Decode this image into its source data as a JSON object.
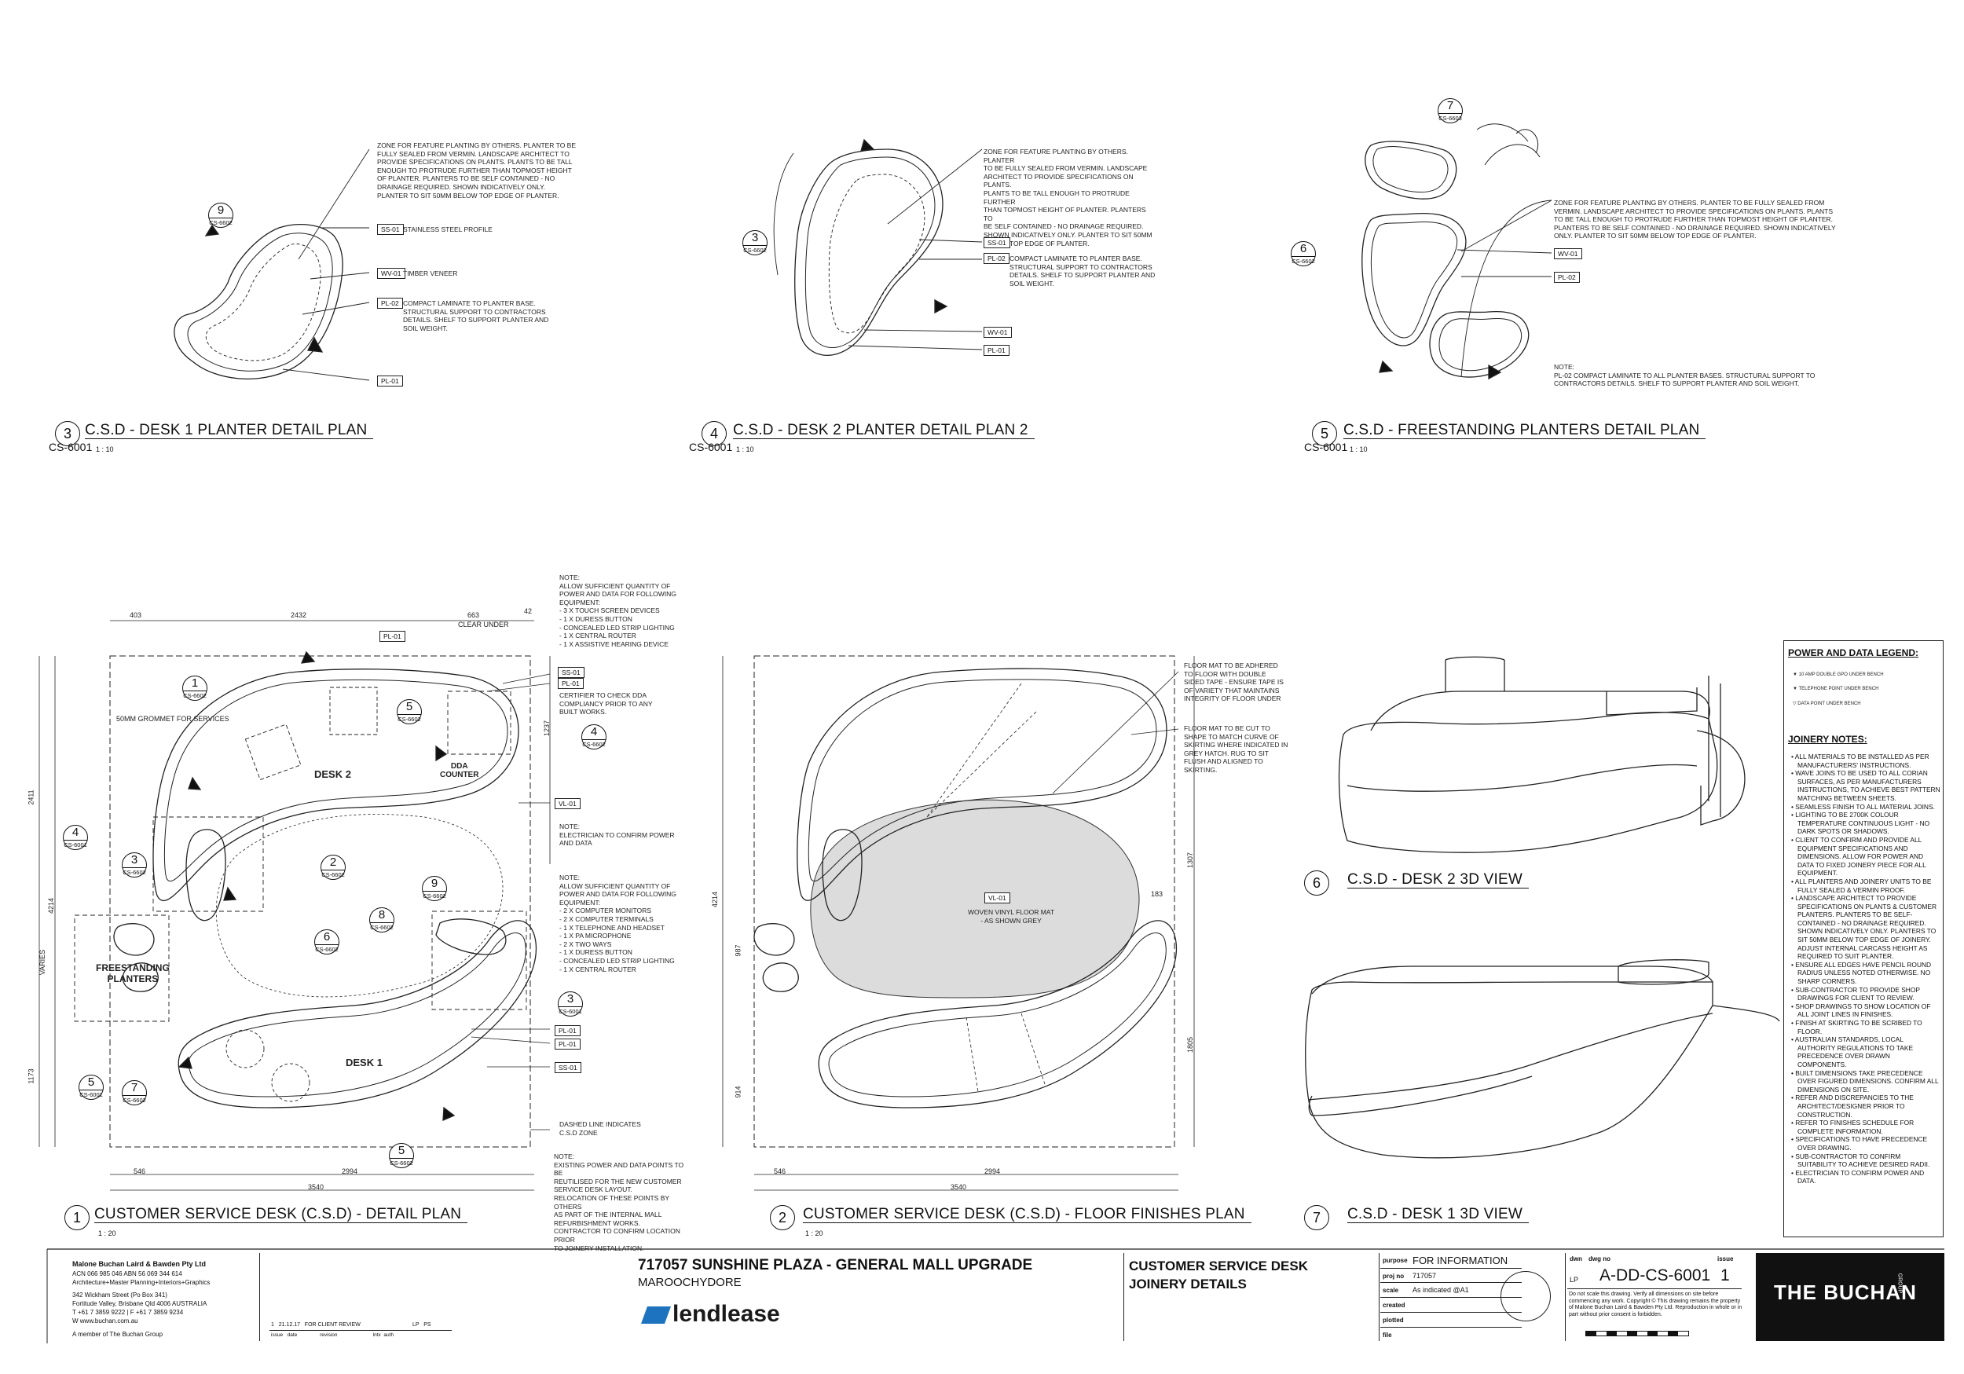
{
  "views": {
    "v3": {
      "num": "3",
      "sheet": "CS-6001",
      "title": "C.S.D - DESK 1 PLANTER DETAIL PLAN",
      "scale": "1 : 10"
    },
    "v4": {
      "num": "4",
      "sheet": "CS-6001",
      "title": "C.S.D - DESK 2 PLANTER DETAIL PLAN 2",
      "scale": "1 : 10"
    },
    "v5": {
      "num": "5",
      "sheet": "CS-6001",
      "title": "C.S.D - FREESTANDING PLANTERS DETAIL PLAN",
      "scale": "1 : 10"
    },
    "v1": {
      "num": "1",
      "title": "CUSTOMER SERVICE DESK (C.S.D) - DETAIL PLAN",
      "scale": "1 : 20"
    },
    "v2": {
      "num": "2",
      "title": "CUSTOMER SERVICE DESK (C.S.D) - FLOOR FINISHES PLAN",
      "scale": "1 : 20"
    },
    "v6": {
      "num": "6",
      "title": "C.S.D - DESK 2 3D VIEW"
    },
    "v7": {
      "num": "7",
      "title": "C.S.D - DESK 1 3D VIEW"
    }
  },
  "planter_notes": {
    "zone_a": "ZONE FOR FEATURE PLANTING BY OTHERS. PLANTER TO BE\nFULLY SEALED FROM VERMIN. LANDSCAPE ARCHITECT TO\nPROVIDE SPECIFICATIONS ON PLANTS. PLANTS TO BE TALL\nENOUGH TO PROTRUDE FURTHER THAN TOPMOST HEIGHT\nOF PLANTER. PLANTERS TO BE SELF CONTAINED - NO\nDRAINAGE REQUIRED. SHOWN INDICATIVELY ONLY.\nPLANTER TO SIT 50MM BELOW TOP EDGE OF PLANTER.",
    "zone_b": "ZONE FOR FEATURE PLANTING BY OTHERS. PLANTER\nTO BE FULLY SEALED FROM VERMIN. LANDSCAPE\nARCHITECT TO PROVIDE SPECIFICATIONS ON PLANTS.\nPLANTS TO BE TALL ENOUGH TO PROTRUDE FURTHER\nTHAN TOPMOST HEIGHT OF PLANTER. PLANTERS TO\nBE SELF CONTAINED - NO DRAINAGE REQUIRED.\nSHOWN INDICATIVELY ONLY. PLANTER TO SIT 50MM\nBELOW TOP EDGE OF PLANTER.",
    "zone_c": "ZONE FOR FEATURE PLANTING BY OTHERS. PLANTER TO BE FULLY SEALED FROM\nVERMIN. LANDSCAPE ARCHITECT TO PROVIDE SPECIFICATIONS ON PLANTS. PLANTS\nTO BE TALL ENOUGH TO PROTRUDE FURTHER THAN TOPMOST HEIGHT OF PLANTER.\nPLANTERS TO BE SELF CONTAINED - NO DRAINAGE REQUIRED. SHOWN INDICATIVELY\nONLY. PLANTER TO SIT 50MM BELOW TOP EDGE OF PLANTER.",
    "ss01": "STAINLESS STEEL PROFILE",
    "wv01": "TIMBER VENEER",
    "pl02": "COMPACT LAMINATE TO PLANTER BASE.\nSTRUCTURAL SUPPORT TO CONTRACTORS\nDETAILS. SHELF TO SUPPORT PLANTER AND\nSOIL WEIGHT.",
    "pl02b": "COMPACT LAMINATE TO PLANTER BASE.\nSTRUCTURAL SUPPORT TO CONTRACTORS\nDETAILS. SHELF TO SUPPORT PLANTER AND\nSOIL WEIGHT.",
    "note_c": "NOTE:\nPL-02 COMPACT LAMINATE TO ALL PLANTER BASES. STRUCTURAL SUPPORT TO\nCONTRACTORS DETAILS. SHELF TO SUPPORT PLANTER AND SOIL WEIGHT."
  },
  "tags": {
    "ss01": "SS-01",
    "wv01": "WV-01",
    "pl02": "PL-02",
    "pl01": "PL-01",
    "vl01": "VL-01"
  },
  "detail_notes": {
    "equipment_a": "NOTE:\nALLOW SUFFICIENT QUANTITY OF\nPOWER AND DATA FOR FOLLOWING\nEQUIPMENT:\n- 3 X TOUCH SCREEN DEVICES\n- 1 X DURESS BUTTON\n- CONCEALED LED STRIP LIGHTING\n- 1 X CENTRAL ROUTER\n- 1 X ASSISTIVE HEARING DEVICE",
    "dda": "CERTIFIER TO CHECK DDA\nCOMPLIANCY PRIOR TO ANY\nBUILT WORKS.",
    "electrician": "NOTE:\nELECTRICIAN TO CONFIRM POWER\nAND DATA",
    "equipment_b": "NOTE:\nALLOW SUFFICIENT QUANTITY OF\nPOWER AND DATA FOR FOLLOWING\nEQUIPMENT:\n- 2 X COMPUTER MONITORS\n- 2 X COMPUTER TERMINALS\n- 1 X TELEPHONE AND HEADSET\n- 1 X PA MICROPHONE\n- 2 X TWO WAYS\n- 1 X DURESS BUTTON\n- CONCEALED LED STRIP LIGHTING\n- 1 X CENTRAL ROUTER",
    "dashed": "DASHED LINE INDICATES\nC.S.D ZONE",
    "existing": "NOTE:\nEXISTING POWER AND DATA POINTS TO BE\nREUTILISED FOR THE NEW CUSTOMER\nSERVICE DESK LAYOUT.\nRELOCATION OF THESE POINTS BY OTHERS\nAS PART OF THE INTERNAL MALL\nREFURBISHMENT WORKS.\nCONTRACTOR TO CONFIRM LOCATION PRIOR\nTO JOINERY INSTALLATION.",
    "grommet": "50MM GROMMET FOR SERVICES",
    "desk1": "DESK 1",
    "desk2": "DESK 2",
    "dda_counter": "DDA\nCOUNTER",
    "freestanding": "FREESTANDING\nPLANTERS",
    "clear_under": "CLEAR UNDER",
    "varies": "VARIES"
  },
  "floor_notes": {
    "adhered": "FLOOR MAT TO BE ADHERED\nTO FLOOR WITH DOUBLE\nSIDED TAPE - ENSURE TAPE IS\nOF VARIETY THAT MAINTAINS\nINTEGRITY OF FLOOR UNDER",
    "cut": "FLOOR MAT TO BE CUT TO\nSHAPE TO MATCH CURVE OF\nSKIRTING WHERE INDICATED IN\nGREY HATCH. RUG TO SIT\nFLUSH AND ALIGNED TO\nSKIRTING.",
    "mat": "WOVEN VINYL FLOOR MAT\n- AS SHOWN GREY"
  },
  "dims": {
    "d403": "403",
    "d2432": "2432",
    "d663": "663",
    "d42": "42",
    "d546": "546",
    "d2994": "2994",
    "d3540": "3540",
    "d2411": "2411",
    "d4214": "4214",
    "d1173": "1173",
    "d1307": "1307",
    "d1805": "1805",
    "d987": "987",
    "d914": "914",
    "d183": "183",
    "d1237": "1237"
  },
  "legend": {
    "title": "POWER AND DATA LEGEND:",
    "items": [
      "10 AMP DOUBLE GPO UNDER BENCH",
      "TELEPHONE POINT UNDER BENCH",
      "DATA POINT UNDER BENCH"
    ]
  },
  "joinery": {
    "title": "JOINERY NOTES:",
    "items": [
      "ALL MATERIALS TO BE INSTALLED AS PER MANUFACTURERS' INSTRUCTIONS.",
      "WAVE JOINS TO BE USED TO ALL CORIAN SURFACES, AS PER MANUFACTURERS INSTRUCTIONS, TO ACHIEVE BEST PATTERN MATCHING BETWEEN SHEETS.",
      "SEAMLESS FINISH TO ALL MATERIAL JOINS.",
      "LIGHTING TO BE 2700K COLOUR TEMPERATURE CONTINUOUS LIGHT - NO DARK SPOTS OR SHADOWS.",
      "CLIENT TO CONFIRM AND PROVIDE ALL EQUIPMENT SPECIFICATIONS AND DIMENSIONS. ALLOW FOR POWER AND DATA TO FIXED JOINERY PIECE FOR ALL EQUIPMENT.",
      "ALL PLANTERS AND JOINERY UNITS TO BE FULLY SEALED & VERMIN PROOF.",
      "LANDSCAPE ARCHITECT TO PROVIDE SPECIFICATIONS ON PLANTS & CUSTOMER PLANTERS. PLANTERS TO BE SELF-CONTAINED - NO DRAINAGE REQUIRED. SHOWN INDICATIVELY ONLY. PLANTERS TO SIT 50MM BELOW TOP EDGE OF JOINERY. ADJUST INTERNAL CARCASS HEIGHT AS REQUIRED TO SUIT PLANTER.",
      "ENSURE ALL EDGES HAVE PENCIL ROUND RADIUS UNLESS NOTED OTHERWISE. NO SHARP CORNERS.",
      "SUB-CONTRACTOR TO PROVIDE SHOP DRAWINGS FOR CLIENT TO REVIEW.",
      "SHOP DRAWINGS TO SHOW LOCATION OF ALL JOINT LINES IN FINISHES.",
      "FINISH AT SKIRTING TO BE SCRIBED TO FLOOR.",
      "AUSTRALIAN STANDARDS, LOCAL AUTHORITY REGULATIONS TO TAKE PRECEDENCE OVER DRAWN COMPONENTS.",
      "BUILT DIMENSIONS TAKE PRECEDENCE OVER FIGURED DIMENSIONS. CONFIRM ALL DIMENSIONS ON SITE.",
      "REFER AND DISCREPANCIES TO THE ARCHITECT/DESIGNER PRIOR TO CONSTRUCTION.",
      "REFER TO FINISHES SCHEDULE FOR COMPLETE INFORMATION.",
      "SPECIFICATIONS TO HAVE PRECEDENCE OVER DRAWING.",
      "SUB-CONTRACTOR TO CONFIRM SUITABILITY TO ACHIEVE DESIRED RADII.",
      "ELECTRICIAN TO CONFIRM POWER AND DATA."
    ]
  },
  "titleblock": {
    "firm": "Malone Buchan Laird & Bawden Pty Ltd",
    "acn": "ACN 066 985 046  ABN 56 069 344 614",
    "services": "Architecture+Master Planning+Interiors+Graphics",
    "addr1": "342 Wickham Street (Po Box 341)",
    "addr2": "Fortitude Valley, Brisbane Qld 4006  AUSTRALIA",
    "phone": "T +61 7 3859 9222  |  F +61 7 3859 9234",
    "web": "W www.buchan.com.au",
    "member": "A member of The Buchan Group",
    "rev_row": "1   21.12.17   FOR CLIENT REVIEW                                  LP   PS",
    "rev_head": "issue   date                revision                         lntx  auth",
    "project": "717057 SUNSHINE PLAZA - GENERAL MALL UPGRADE",
    "location": "MAROOCHYDORE",
    "client": "lendlease",
    "sheet_title1": "CUSTOMER SERVICE DESK",
    "sheet_title2": "JOINERY DETAILS",
    "purpose_k": "purpose",
    "purpose_v": "FOR INFORMATION",
    "proj_k": "proj no",
    "proj_v": "717057",
    "scale_k": "scale",
    "scale_v": "As indicated @A1",
    "created_k": "created",
    "plotted_k": "plotted",
    "file_k": "file",
    "dwn_k": "dwn",
    "dwn_v": "LP",
    "dwgno_k": "dwg no",
    "dwgno_v": "A-DD-CS-6001",
    "issue_k": "issue",
    "issue_v": "1",
    "disclaimer": "Do not scale this drawing. Verify all dimensions on site before commencing any work. Copyright © This drawing remains the property of Malone Buchan Laird & Bawden Pty Ltd. Reproduction in whole or in part without prior consent is forbidden.",
    "logo": "THE BUCHAN",
    "logo_small": "GROUP"
  }
}
